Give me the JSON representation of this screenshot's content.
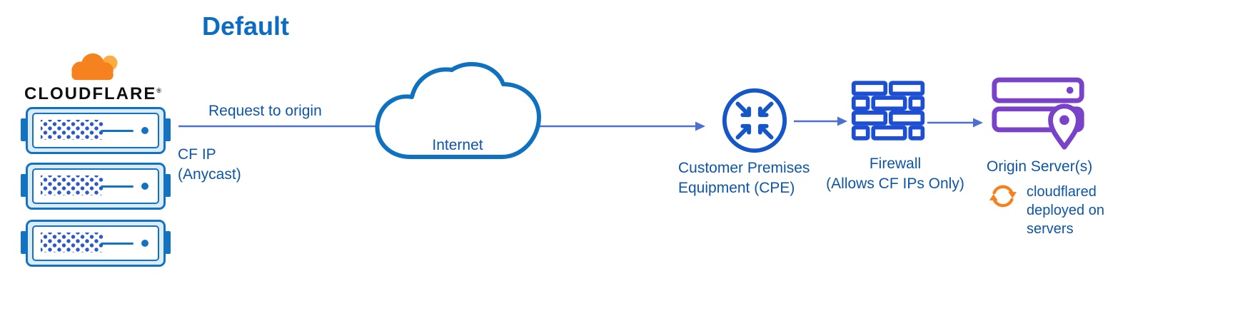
{
  "title": "Default",
  "colors": {
    "title_blue": "#0c6cc4",
    "label_blue": "#0d55a6",
    "icon_blue": "#1273c2",
    "cpe_blue": "#1556c8",
    "firewall_blue": "#1d4fd4",
    "arrow_blue": "#4b6fd2",
    "cloudflare_orange": "#f6821f",
    "cloudflare_light_orange": "#fbad41",
    "origin_purple": "#7a42c8"
  },
  "cloudflare": {
    "wordmark": "CLOUDFLARE",
    "mark": "®"
  },
  "edge": {
    "request_label": "Request to origin",
    "cf_ip_label": "CF IP\n(Anycast)"
  },
  "internet": {
    "label": "Internet"
  },
  "cpe": {
    "label": "Customer Premises\nEquipment (CPE)"
  },
  "firewall": {
    "label": "Firewall\n(Allows CF IPs Only)"
  },
  "origin": {
    "label": "Origin Server(s)"
  },
  "cloudflared": {
    "label": "cloudflared\ndeployed on\nservers"
  }
}
